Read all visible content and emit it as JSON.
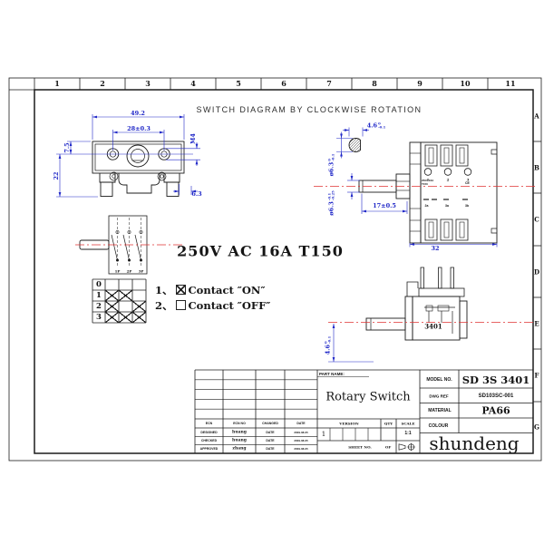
{
  "colors": {
    "dimension": "#2028c8",
    "centerline": "#e03434",
    "line": "#1c1c1c"
  },
  "frame": {
    "column_labels": [
      "1",
      "2",
      "3",
      "4",
      "5",
      "6",
      "7",
      "8",
      "9",
      "10",
      "11"
    ],
    "row_labels": [
      "A",
      "B",
      "C",
      "D",
      "E",
      "F",
      "G"
    ]
  },
  "heading": {
    "title": "SWITCH DIAGRAM BY CLOCKWISE ROTATION"
  },
  "front_view": {
    "dim_width": "49.2",
    "dim_hole_span": "28±0.3",
    "dim_top_offset": "7.5",
    "dim_height": "22",
    "dim_tab_offset": "6.3",
    "thread_callout": "M4"
  },
  "cross_section": {
    "flat": "4.6",
    "flat_tol_top": "0",
    "flat_tol_bot": "-0.1",
    "dia": "ø6.3",
    "dia_tol_top": "0",
    "dia_tol_bot": "-0.1"
  },
  "back_view": {
    "terminal_labels": [
      "1",
      "2",
      "3"
    ],
    "marking_line1": "250V 16A",
    "marking_line2": "T150",
    "marking_right": "CE",
    "row_labels": [
      "2a",
      "3a",
      "3b"
    ],
    "dim_shaft_len": "17±0.5",
    "dim_body_width": "32",
    "shaft_dia": "ø6.3",
    "shaft_dia_tol_top": "-0.1",
    "shaft_dia_tol_bot": "-0.25"
  },
  "schematic": {
    "pole_labels": [
      "1P",
      "2P",
      "3P"
    ]
  },
  "contact_table": {
    "rows": [
      {
        "label": "0",
        "marks": [
          false,
          false,
          false
        ]
      },
      {
        "label": "1",
        "marks": [
          true,
          true,
          false
        ]
      },
      {
        "label": "2",
        "marks": [
          true,
          false,
          true
        ]
      },
      {
        "label": "3",
        "marks": [
          true,
          true,
          true
        ]
      }
    ]
  },
  "rating_text": "250V AC 16A T150",
  "legend": {
    "item1_prefix": "1、",
    "item1_label": "Contact ″ON″",
    "item2_prefix": "2、",
    "item2_label": "Contact ″OFF″"
  },
  "bottom_view": {
    "model_marking": "3401",
    "dim_flat": "4.6",
    "dim_flat_tol_top": "0",
    "dim_flat_tol_bot": "-0.1"
  },
  "title_block": {
    "part_name_label": "PART NAME:",
    "part_name": "Rotary Switch",
    "model_no_label": "MODEL NO.",
    "model_no": "SD 3S 3401",
    "dwg_ref_label": "DWG REF",
    "dwg_ref": "SD103SC-001",
    "material_label": "MATERIAL",
    "material": "PA66",
    "colour_label": "COLOUR",
    "colour_value": "",
    "brand": "shundeng",
    "version_label": "VERSION",
    "qty_label": "QTY",
    "scale_label": "SCALE",
    "version_value": "1",
    "scale_value": "1:1",
    "sheet_label": "SHEET NO.",
    "of_label": "OF",
    "revision": {
      "headers": [
        "ECN",
        "ECN NO",
        "CHANGED",
        "DATE"
      ],
      "rows": [
        {
          "role": "DESIGNED",
          "name": "huang",
          "changed": "DATE",
          "date": "2009-08-05"
        },
        {
          "role": "CHECKED",
          "name": "huang",
          "changed": "DATE",
          "date": "2009-08-05"
        },
        {
          "role": "APPROVED",
          "name": "zhang",
          "changed": "DATE",
          "date": "2009-08-05"
        }
      ]
    }
  }
}
